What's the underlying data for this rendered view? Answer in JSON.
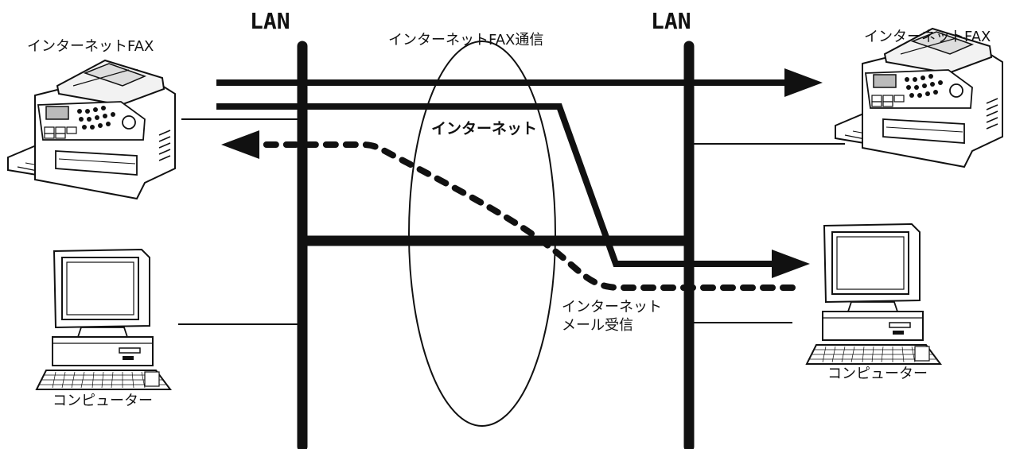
{
  "labels": {
    "lan_left": "LAN",
    "lan_right": "LAN",
    "fax_left": "インターネットFAX",
    "fax_right": "インターネットFAX",
    "fax_comm": "インターネットFAX通信",
    "internet": "インターネット",
    "mail_line1": "インターネット",
    "mail_line2": "メール受信",
    "pc_left": "コンピューター",
    "pc_right": "コンピューター"
  },
  "icons": {
    "fax_machine": "fax-machine-icon",
    "computer": "desktop-computer-icon"
  }
}
